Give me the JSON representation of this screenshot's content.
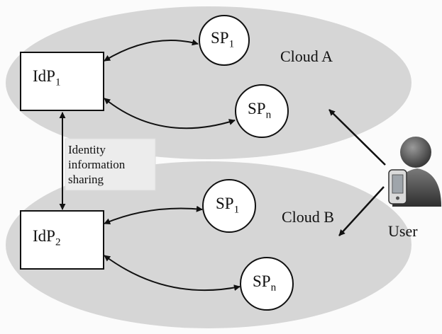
{
  "diagram": {
    "clouds": [
      {
        "label": "Cloud A",
        "color": "#d6d6d6"
      },
      {
        "label": "Cloud B",
        "color": "#d6d6d6"
      }
    ],
    "idps": [
      {
        "base": "IdP",
        "sub": "1"
      },
      {
        "base": "IdP",
        "sub": "2"
      }
    ],
    "sps": [
      {
        "base": "SP",
        "sub": "1"
      },
      {
        "base": "SP",
        "sub": "n"
      },
      {
        "base": "SP",
        "sub": "1"
      },
      {
        "base": "SP",
        "sub": "n"
      }
    ],
    "sharing_label": [
      "Identity",
      "information",
      "sharing"
    ],
    "user": {
      "label": "User",
      "icon": "user-with-phone-icon"
    }
  }
}
